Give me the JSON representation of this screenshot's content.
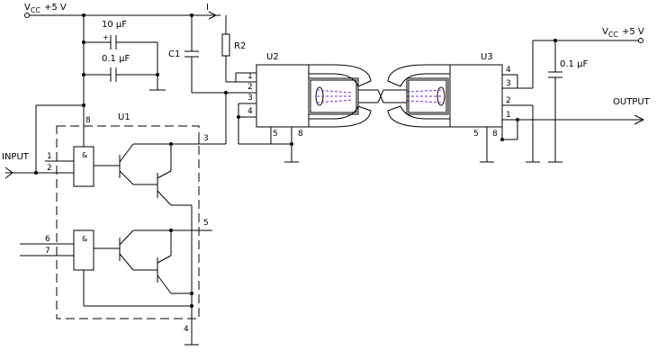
{
  "supply_left": {
    "label": "V",
    "sub": "CC",
    "value": "+5 V"
  },
  "supply_right": {
    "label": "V",
    "sub": "CC",
    "value": "+5 V"
  },
  "current_label": "I",
  "cap_10uf": "10 µF",
  "cap_01uf_left": "0.1 µF",
  "cap_c1": "C1",
  "res_r2": "R2",
  "cap_01uf_right": "0.1 µF",
  "u1_label": "U1",
  "u2_label": "U2",
  "u3_label": "U3",
  "input_label": "INPUT",
  "output_label": "OUTPUT",
  "gate_symbol": "&",
  "u1_pins": {
    "p8": "8",
    "p1": "1",
    "p2": "2",
    "p3": "3",
    "p5": "5",
    "p6": "6",
    "p7": "7",
    "p4": "4"
  },
  "u2_pins": {
    "p1": "1",
    "p2": "2",
    "p3": "3",
    "p4": "4",
    "p5": "5",
    "p8": "8"
  },
  "u3_pins": {
    "p4": "4",
    "p3": "3",
    "p2": "2",
    "p1": "1",
    "p5": "5",
    "p8": "8"
  },
  "colors": {
    "fiber_light": "#7a2bd6",
    "wire": "#000000"
  }
}
